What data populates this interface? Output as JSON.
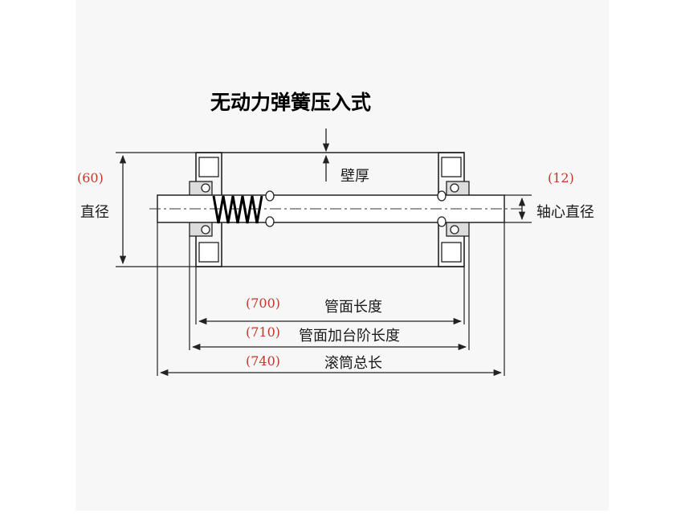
{
  "title": "无动力弹簧压入式",
  "labels": {
    "wall_thickness": "壁厚",
    "diameter": "直径",
    "diameter_value": "(60)",
    "shaft_diameter": "轴心直径",
    "shaft_diameter_value": "(12)",
    "tube_length": "管面长度",
    "tube_length_value": "(700)",
    "tube_step_length": "管面加台阶长度",
    "tube_step_length_value": "(710)",
    "total_length": "滚筒总长",
    "total_length_value": "(740)"
  },
  "colors": {
    "line": "#222222",
    "value_text": "#c0392b",
    "tube_fill": "#ffffff",
    "spring": "#000000"
  }
}
